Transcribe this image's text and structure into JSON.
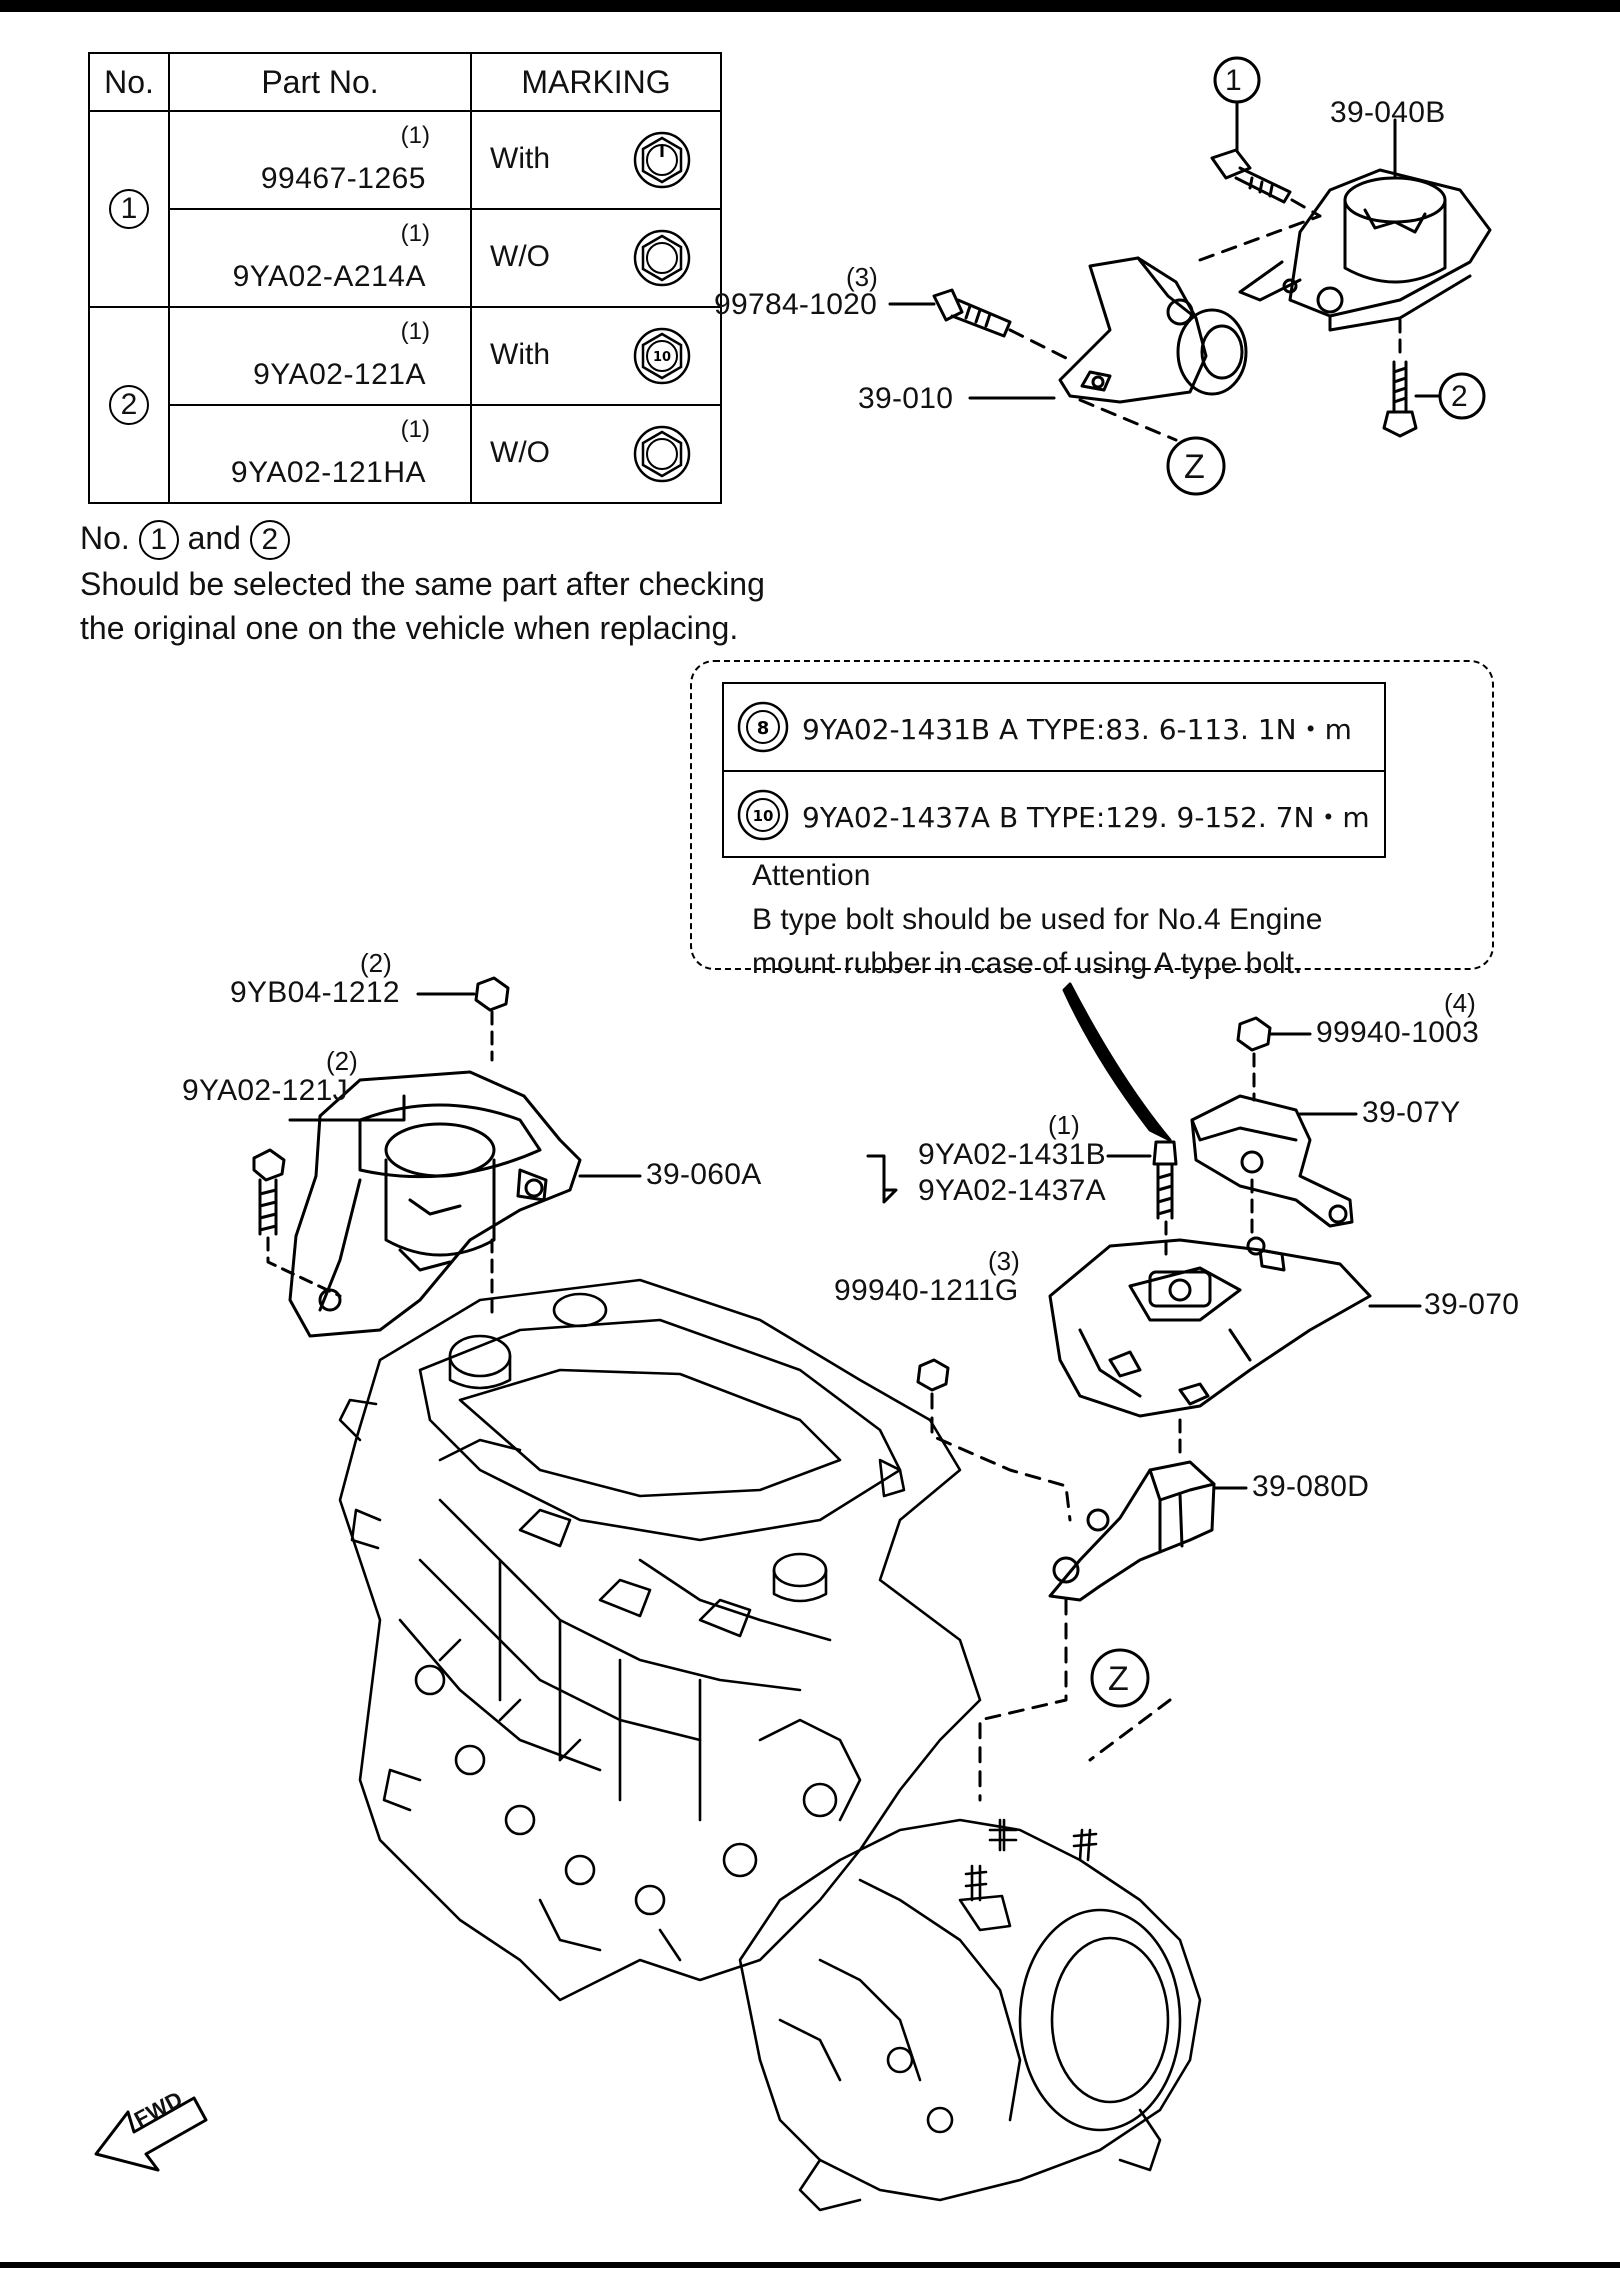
{
  "table": {
    "headers": [
      "No.",
      "Part No.",
      "MARKING"
    ],
    "groups": [
      {
        "no": "1",
        "rows": [
          {
            "qty": "(1)",
            "part_no": "99467-1265",
            "marking": "With",
            "nut": "marked"
          },
          {
            "qty": "(1)",
            "part_no": "9YA02-A214A",
            "marking": "W/O",
            "nut": "plain"
          }
        ]
      },
      {
        "no": "2",
        "rows": [
          {
            "qty": "(1)",
            "part_no": "9YA02-121A",
            "marking": "With",
            "nut": "10",
            "nut_text": "10"
          },
          {
            "qty": "(1)",
            "part_no": "9YA02-121HA",
            "marking": "W/O",
            "nut": "plain"
          }
        ]
      }
    ]
  },
  "note": {
    "line1_prefix": "No.",
    "line1_no_a": "1",
    "line1_and": "and",
    "line1_no_b": "2",
    "line2": "Should be selected the same part after checking",
    "line3": "the original one on the vehicle when replacing."
  },
  "callout": {
    "rows": [
      {
        "badge": "8",
        "spec": "9YA02-1431B  A TYPE:83. 6-113. 1N・m"
      },
      {
        "badge": "10",
        "spec": "9YA02-1437A  B TYPE:129. 9-152. 7N・m"
      }
    ],
    "attention_title": "Attention",
    "attention_line1": "B type bolt should be used for No.4 Engine",
    "attention_line2": "mount rubber in case of using A type bolt."
  },
  "labels": {
    "p1": "1",
    "p2": "2",
    "z_top": "Z",
    "z_bottom": "Z",
    "l_39_040b": "39-040B",
    "l_99784_qty": "(3)",
    "l_99784": "99784-1020",
    "l_39_010": "39-010",
    "l_9yb04_qty": "(2)",
    "l_9yb04": "9YB04-1212",
    "l_9ya02_121j_qty": "(2)",
    "l_9ya02_121j": "9YA02-121J",
    "l_39_060a": "39-060A",
    "l_99940_1003_qty": "(4)",
    "l_99940_1003": "99940-1003",
    "l_39_07y": "39-07Y",
    "l_1431b_qty": "(1)",
    "l_1431b": "9YA02-1431B",
    "l_1437a": "9YA02-1437A",
    "l_99940_1211g_qty": "(3)",
    "l_99940_1211g": "99940-1211G",
    "l_39_070": "39-070",
    "l_39_080d": "39-080D",
    "fwd": "FWD"
  }
}
